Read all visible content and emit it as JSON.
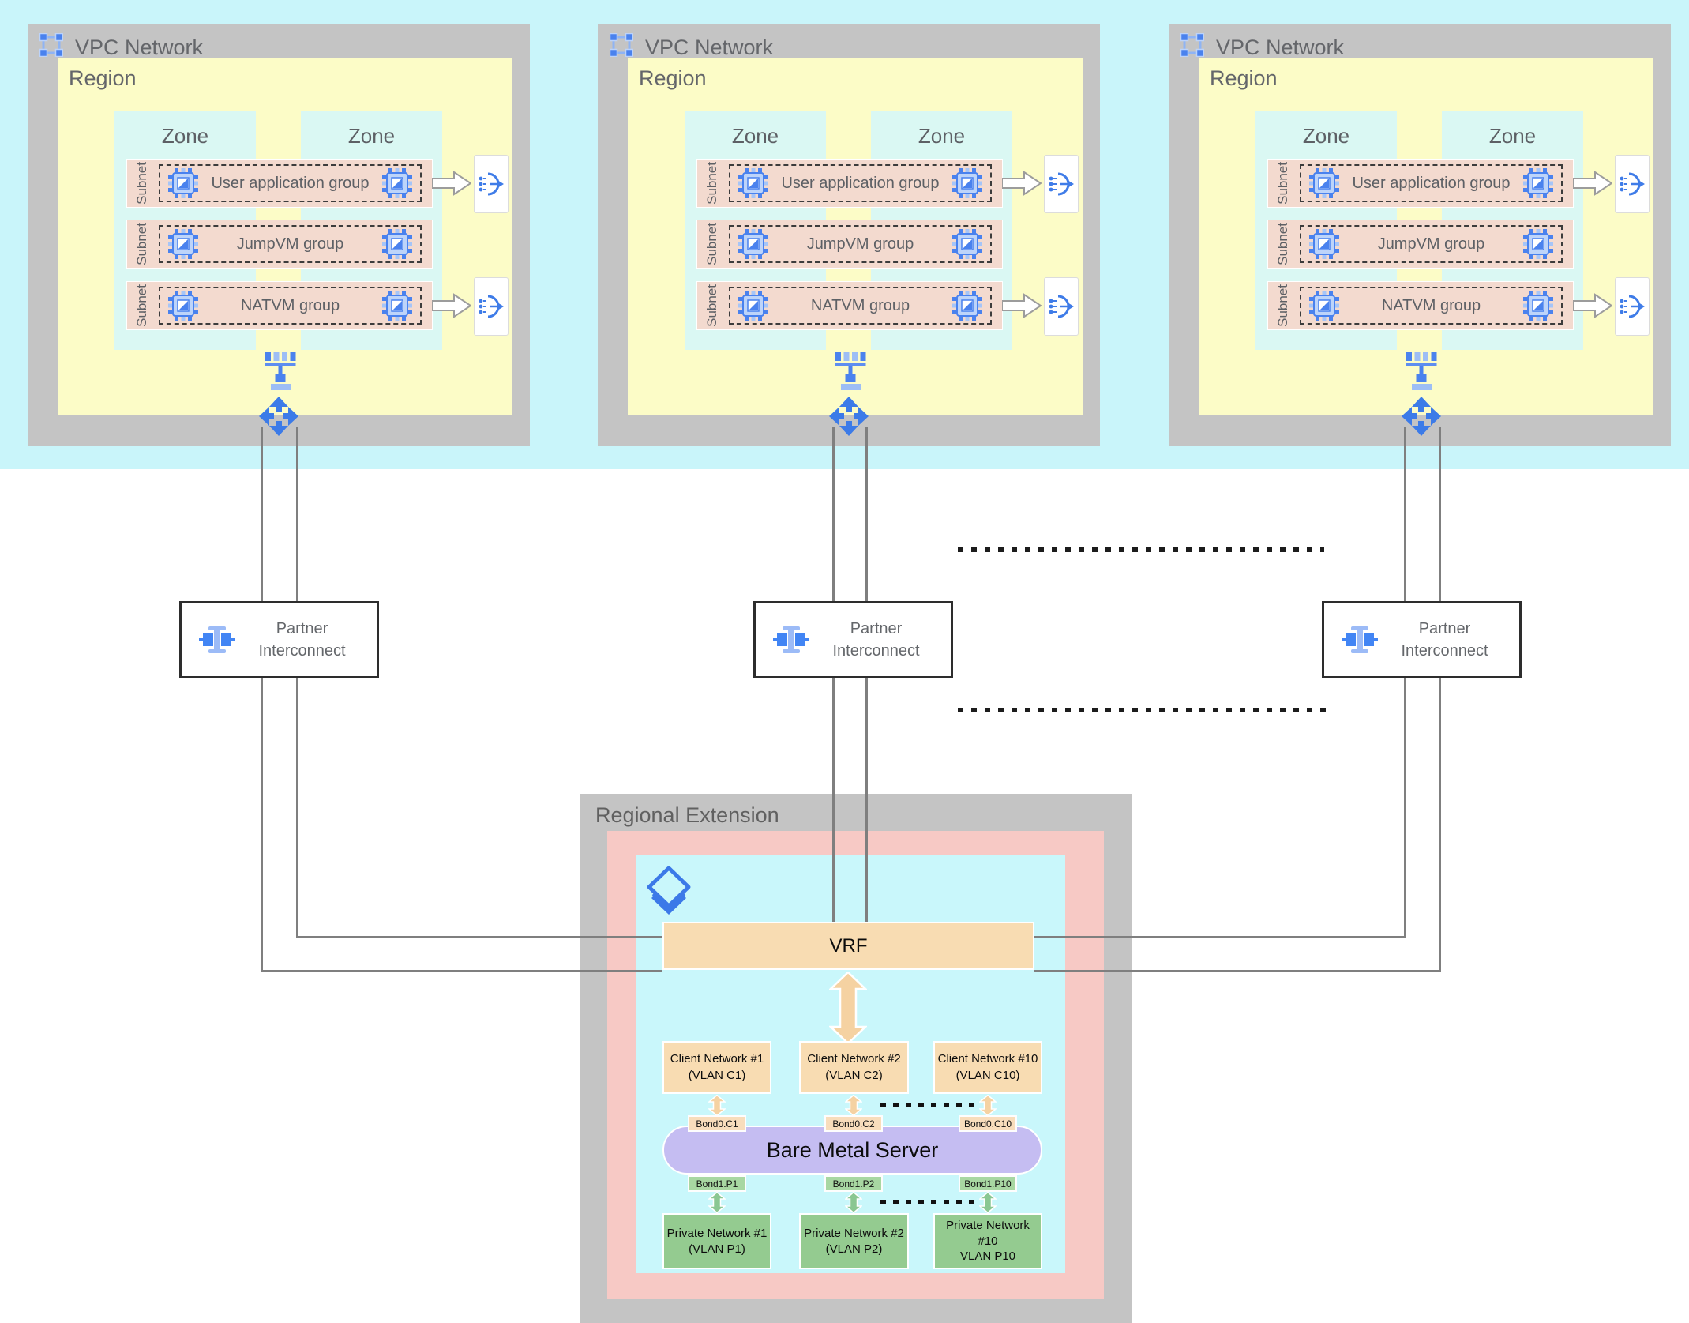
{
  "vpcs": [
    {
      "title": "VPC Network",
      "region": "Region",
      "zones": [
        "Zone",
        "Zone"
      ],
      "subnets": [
        {
          "side_label": "Subnet",
          "group": "User application group"
        },
        {
          "side_label": "Subnet",
          "group": "JumpVM group"
        },
        {
          "side_label": "Subnet",
          "group": "NATVM group"
        }
      ]
    },
    {
      "title": "VPC Network",
      "region": "Region",
      "zones": [
        "Zone",
        "Zone"
      ],
      "subnets": [
        {
          "side_label": "Subnet",
          "group": "User application group"
        },
        {
          "side_label": "Subnet",
          "group": "JumpVM group"
        },
        {
          "side_label": "Subnet",
          "group": "NATVM group"
        }
      ]
    },
    {
      "title": "VPC Network",
      "region": "Region",
      "zones": [
        "Zone",
        "Zone"
      ],
      "subnets": [
        {
          "side_label": "Subnet",
          "group": "User application group"
        },
        {
          "side_label": "Subnet",
          "group": "JumpVM group"
        },
        {
          "side_label": "Subnet",
          "group": "NATVM group"
        }
      ]
    }
  ],
  "partner_interconnects": [
    {
      "line1": "Partner",
      "line2": "Interconnect"
    },
    {
      "line1": "Partner",
      "line2": "Interconnect"
    },
    {
      "line1": "Partner",
      "line2": "Interconnect"
    }
  ],
  "regional_extension": {
    "title": "Regional Extension",
    "vrf_label": "VRF",
    "client_networks": [
      {
        "line1": "Client Network #1",
        "line2": "(VLAN C1)"
      },
      {
        "line1": "Client Network #2",
        "line2": "(VLAN C2)"
      },
      {
        "line1": "Client Network #10",
        "line2": "(VLAN C10)"
      }
    ],
    "bond0_labels": [
      "Bond0.C1",
      "Bond0.C2",
      "Bond0.C10"
    ],
    "server_label": "Bare Metal Server",
    "bond1_labels": [
      "Bond1.P1",
      "Bond1.P2",
      "Bond1.P10"
    ],
    "private_networks": [
      {
        "line1": "Private Network #1",
        "line2": "(VLAN P1)",
        "line3": ""
      },
      {
        "line1": "Private Network #2",
        "line2": "(VLAN P2)",
        "line3": ""
      },
      {
        "line1": "Private Network",
        "line2": "#10",
        "line3": "VLAN P10"
      }
    ]
  },
  "icons": [
    "vpc-network-icon",
    "compute-vm-icon",
    "load-balancer-icon",
    "network-icon",
    "four-way-arrows-icon",
    "partner-interconnect-icon",
    "interconnect-diamond-icon",
    "double-arrow-icon"
  ],
  "colors": {
    "band_cyan": "#c9f5fa",
    "box_gray": "#c4c4c4",
    "region_yellow": "#fcfcc7",
    "zone_cyan": "#daf8f3",
    "subnet_pink": "#f3dacf",
    "re_pink": "#f7c9c5",
    "re_cyan": "#c9f7fb",
    "tan": "#f8dcb2",
    "purple": "#c5bdf2",
    "green_box": "#94cb90",
    "green_label": "#a8d7a2",
    "icon_blue": "#4285f4",
    "line_gray": "#7f7f7f"
  }
}
